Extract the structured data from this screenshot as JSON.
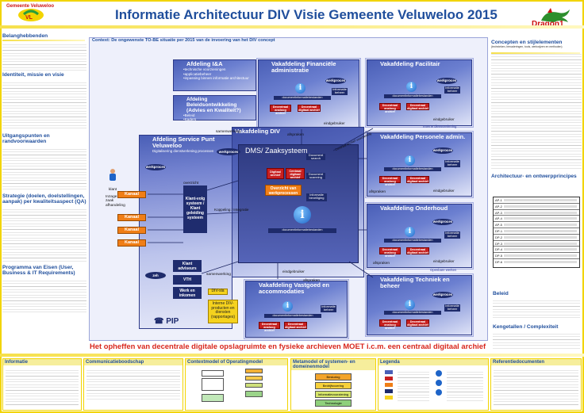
{
  "header": {
    "title": "Informatie Architectuur DIV Visie Gemeente Veluweloo 2015",
    "logo_left": "Gemeente Veluweloo",
    "logo_right": "Dragon1"
  },
  "context": "Context: De ongewenste TO-BE situatie per 2015 van de invoering van het DIV concept",
  "left": {
    "belanghebbenden_title": "Belanghebbenden",
    "identiteit_title": "Identiteit, missie en visie",
    "uitgangspunten_title": "Uitgangspunten en randvoorwaarden",
    "strategie_title": "Strategie (doelen, doelstellingen, aanpak) per kwaliteitsaspect (QA)",
    "programma_title": "Programma van Eisen (User, Business & IT Requirements)"
  },
  "right": {
    "concepten_title": "Concepten en stijlelementen",
    "concepten_sub": "(technieken, benaderingen, tools, werkwijzen en methoden)",
    "principes_title": "Architectuur- en ontwerpprincipes",
    "principes_rows": [
      "AP-1",
      "AP-2",
      "AP-3",
      "AP-4",
      "AP-5",
      "DP-1",
      "DP-2",
      "DP-3",
      "DP-4",
      "DP-5",
      "DP-6"
    ],
    "beleid_title": "Beleid",
    "kengetallen_title": "Kengetallen / Complexiteit"
  },
  "diagram": {
    "afdeling_service": "Afdeling Service Punt Veluweloo",
    "afdeling_service_sub": "Digitalisering dienstverlening processen",
    "afdeling_ia": "Afdeling I&A",
    "afdeling_ia_items": [
      "•technische voorzieningen",
      "•applicatiebeheer",
      "•inpassing binnen informatie architectuur"
    ],
    "afdeling_beleid": "Afdeling Beleidsontwikkeling (Advies en Kwaliteit?)",
    "afdeling_beleid_items": [
      "•Beleid",
      "•Kaders"
    ],
    "vak_financieel": "Vakafdeling Financiële administratie",
    "vak_facilitair": "Vakafdeling Facilitair",
    "vak_div": "Vakafdeling DIV",
    "vak_personeel": "Vakafdeling Personele admin.",
    "vak_onderhoud": "Vakafdeling Onderhoud",
    "vak_vastgoed": "Vakafdeling Vastgoed en accommodaties",
    "vak_techniek": "Vakafdeling Techniek en beheer",
    "dms": "DMS/ Zaaksysteem",
    "digitaal_archief": "Digitaal archief",
    "centraal_archief": "Centraal digitaal archief",
    "document_search": "Document search",
    "document_scanning": "Document scanning",
    "informatie_beveiliging": "Informatie beveiliging",
    "overzicht": "Overzicht van werkprocessen",
    "docinfo": "documentinformatiebestanden",
    "eindgebruiker": "eindgebruiker",
    "werkproces": "werkproces",
    "decentraal_digitaal": "Decentraal digitaal archief",
    "decentraal_analoog": "Decentraal analoog archief",
    "informatie_beheer": "Informatie beheer",
    "klant": "klant",
    "inzage": "Inzage in zaak afhandeling",
    "kanaal": "Kanaal",
    "klantvolg": "Klant-volg systeem / Klant geleiding systeem",
    "klant_adviseurs": "Klant adviseurs",
    "vth": "VTH",
    "werk_inkomen": "Werk en inkomen",
    "zeh": "zeh",
    "div_sla": "DIV-sla",
    "interne_div": "Interne DIV-producten en diensten (rapportages)",
    "pip": "PIP",
    "overzicht_label": "overzicht",
    "koppeling": "Koppeling / Integratie",
    "samenwerking": "samenwerking",
    "afspraken": "afspraken",
    "interne_dienst": "Interne dienstverlening",
    "openbare_werken": "Openbare werken",
    "centraal_archief_vraag": "Centraal archief voorziening"
  },
  "banner": "Het opheffen van decentrale digitale opslagruimte en fysieke archieven MOET i.c.m. een centraal digitaal archief",
  "bottom": {
    "informatie": "Informatie",
    "communicatie": "Communicatieboodschap",
    "contextmodel": "Contextmodel of Operatingmodel",
    "metamodel": "Metamodel of systemen- en domeinenmodel",
    "legenda": "Legenda",
    "referentie": "Referentiedocumenten",
    "meta_layers": [
      "Besturing",
      "Bedrijfsvoering",
      "Informatievoorziening",
      "Technologie"
    ]
  },
  "colors": {
    "frame": "#f2d400",
    "title": "#1f4e9c",
    "dept": "#4a5fb7",
    "archive": "#c72020",
    "channel": "#f07e16",
    "banner": "#d8261c"
  }
}
